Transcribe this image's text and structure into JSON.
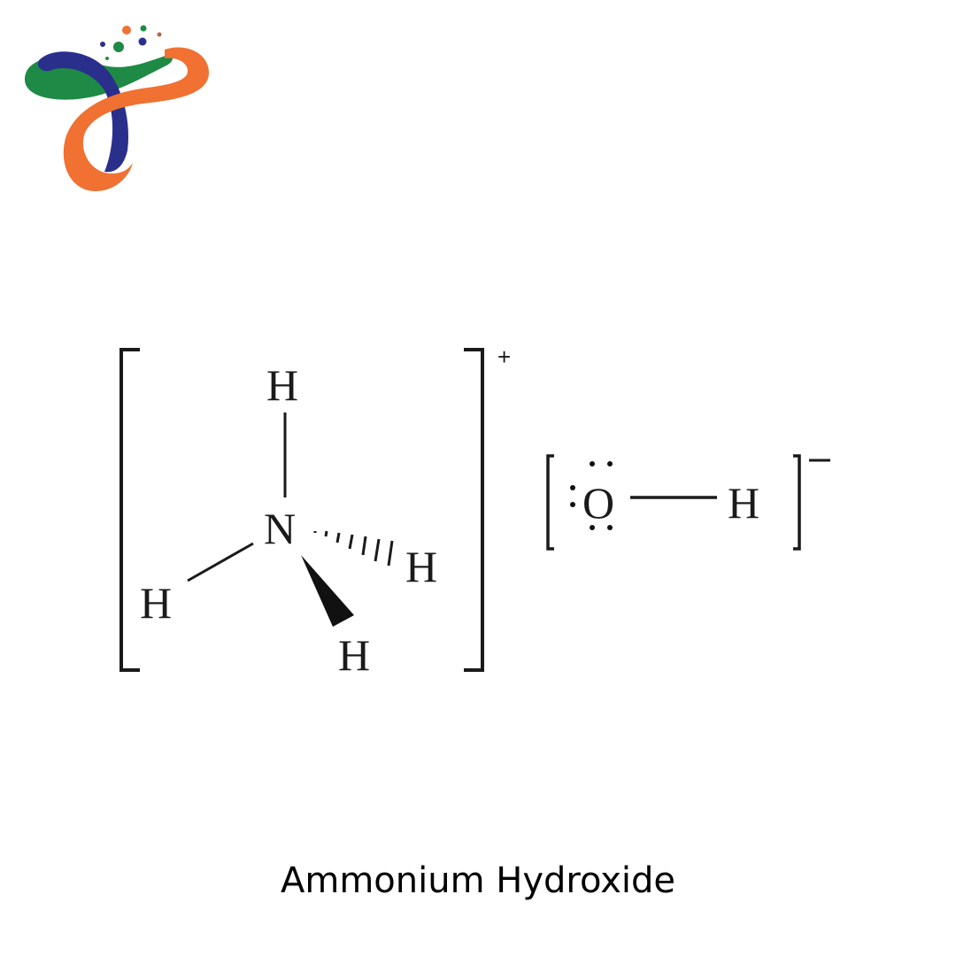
{
  "logo": {
    "colors": {
      "green": "#1E8A45",
      "blue": "#2B2F8C",
      "orange": "#F07132",
      "dot_small": "#B9654A"
    }
  },
  "ammonium": {
    "atoms": {
      "center": "N",
      "top": "H",
      "left": "H",
      "right": "H",
      "bottom": "H"
    },
    "charge": "+"
  },
  "hydroxide": {
    "atoms": {
      "oxygen": "O",
      "hydrogen": "H"
    },
    "lone_pair_left": ":",
    "charge": "−"
  },
  "caption": "Ammonium Hydroxide"
}
